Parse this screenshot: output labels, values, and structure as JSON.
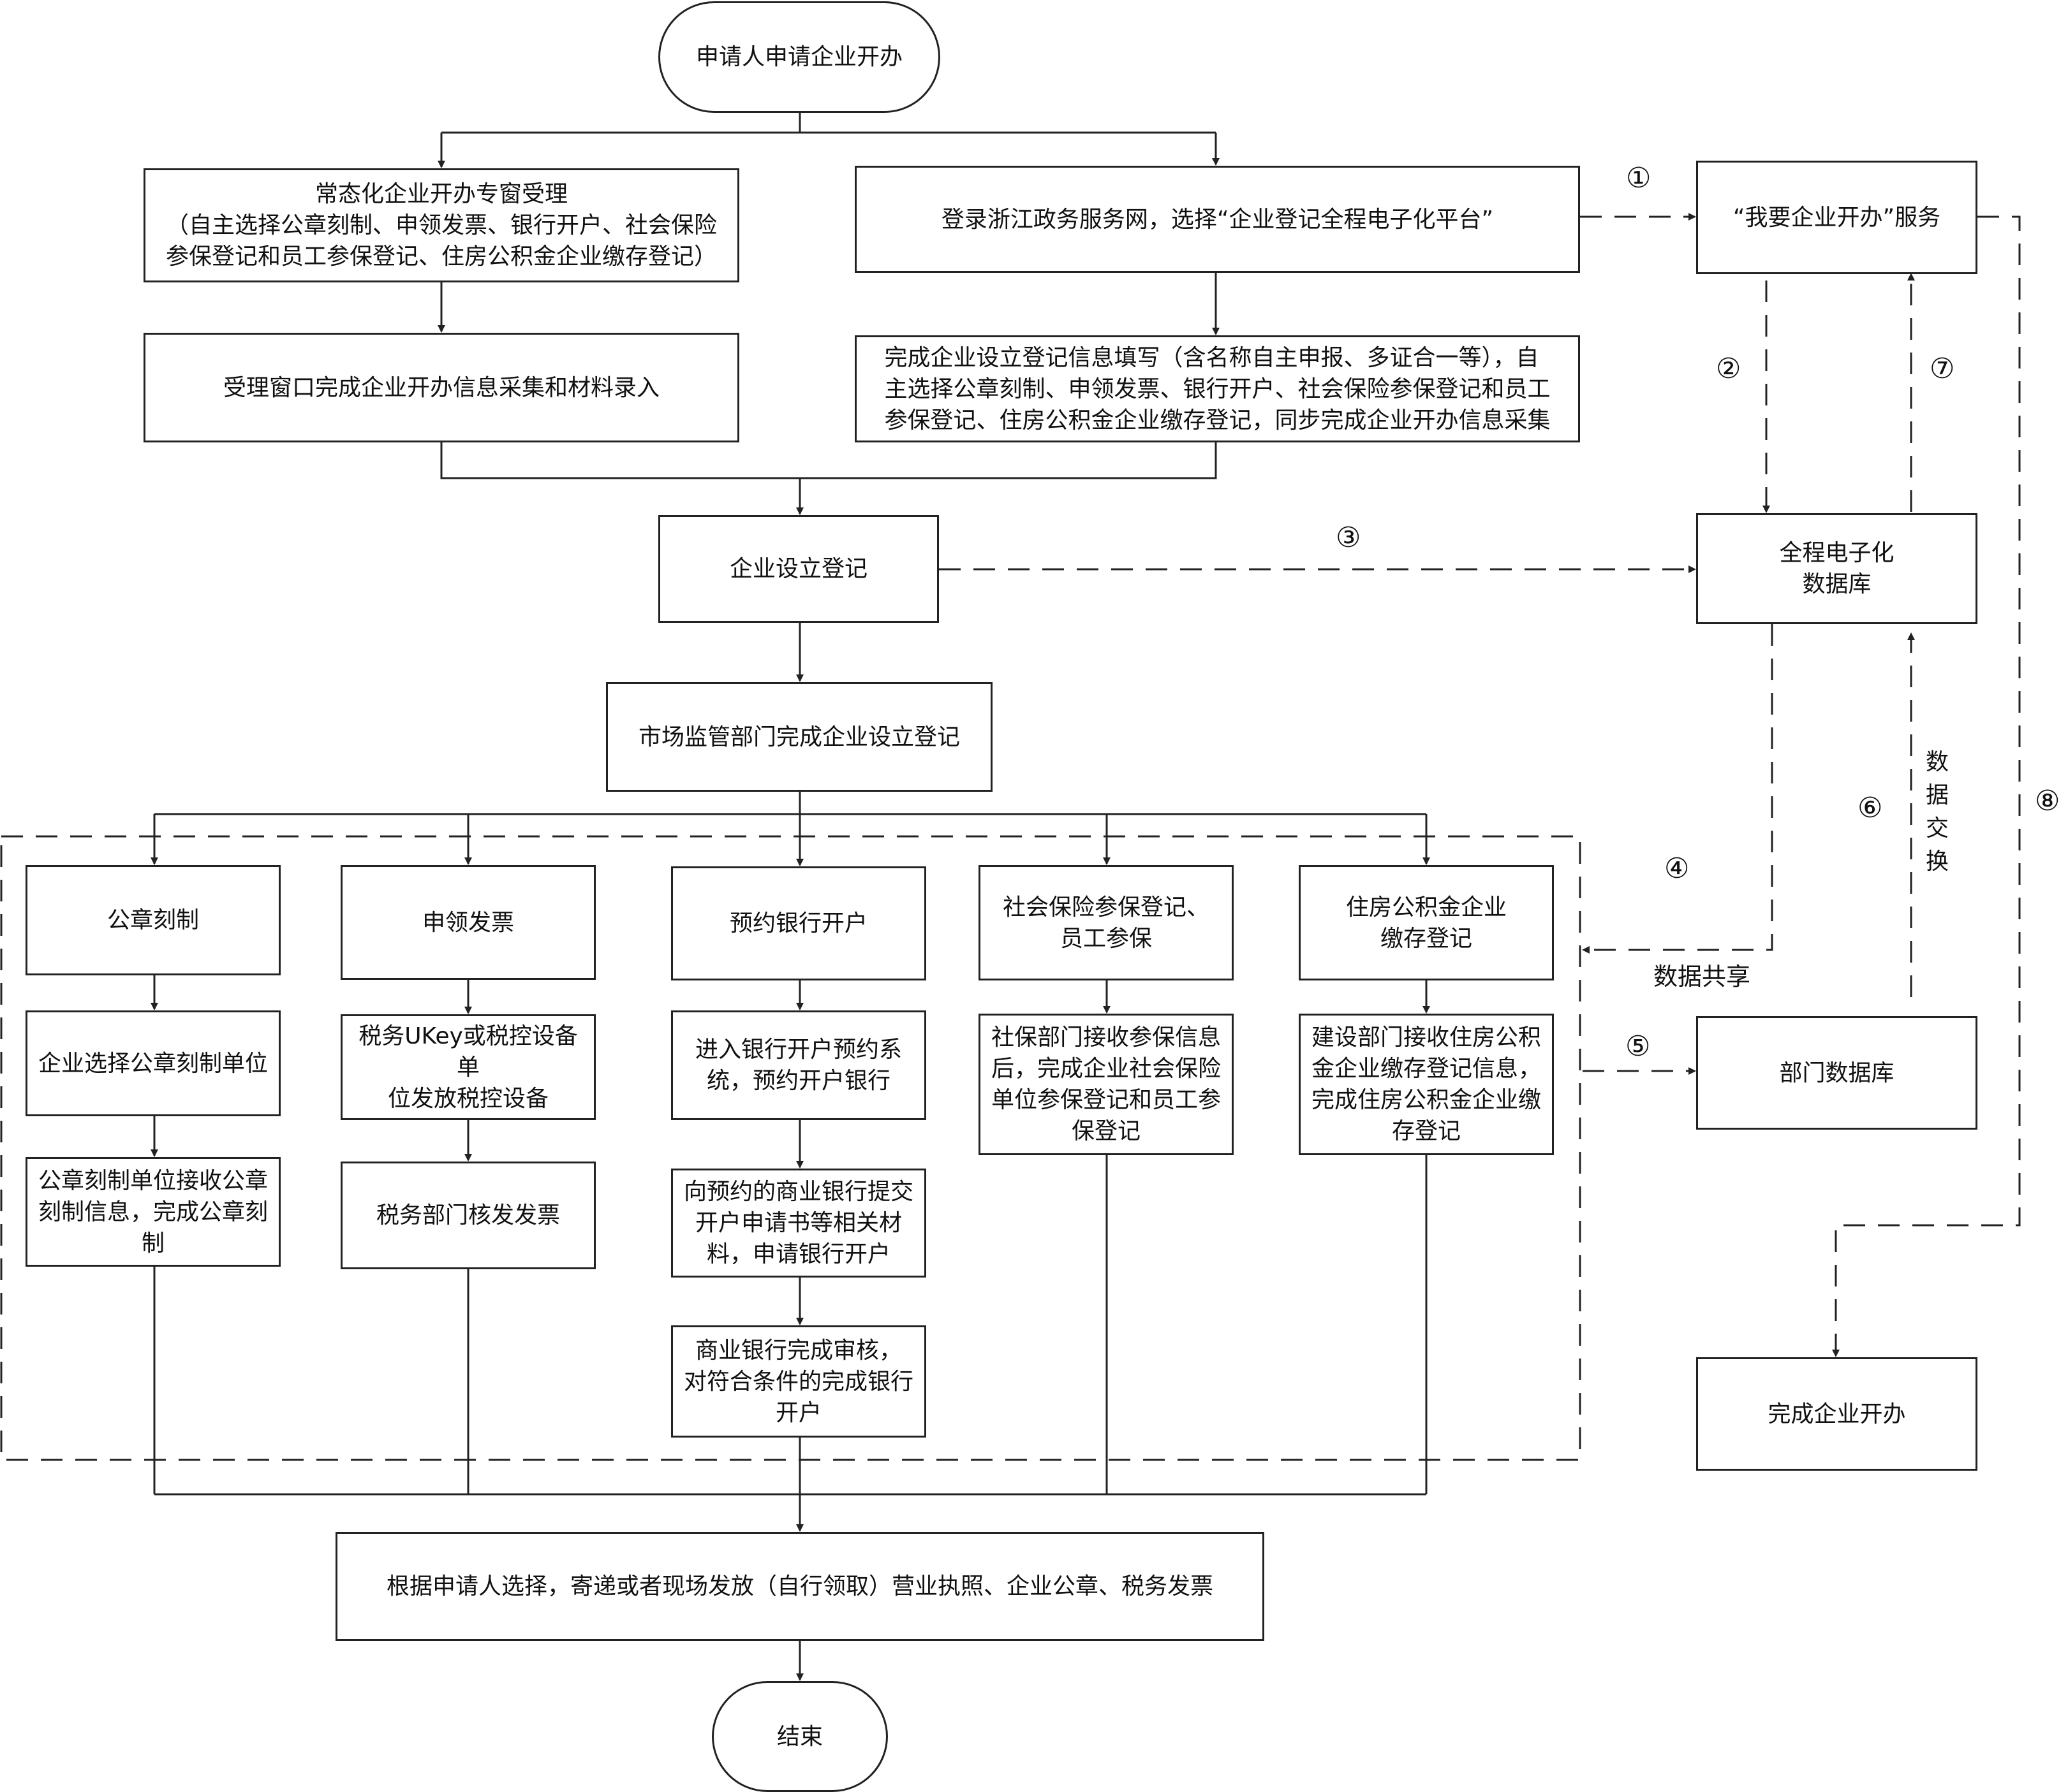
{
  "nodes": {
    "start": "申请人申请企业开办",
    "window": "常态化企业开办专窗受理\n（自主选择公章刻制、申领发票、银行开户、社会保险\n参保登记和员工参保登记、住房公积金企业缴存登记）",
    "window_entry": "受理窗口完成企业开办信息采集和材料录入",
    "login": "登录浙江政务服务网，选择“企业登记全程电子化平台”",
    "fill": "完成企业设立登记信息填写（含名称自主申报、多证合一等），自\n主选择公章刻制、申领发票、银行开户、社会保险参保登记和员工\n参保登记、住房公积金企业缴存登记，同步完成企业开办信息采集",
    "setup": "企业设立登记",
    "market": "市场监管部门完成企业设立登记",
    "seal_h": "公章刻制",
    "seal_1": "企业选择公章刻制单位",
    "seal_2": "公章刻制单位接收公章\n刻制信息，完成公章刻\n制",
    "inv_h": "申领发票",
    "inv_1": "税务UKey或税控设备单\n位发放税控设备",
    "inv_2": "税务部门核发发票",
    "bank_h": "预约银行开户",
    "bank_1": "进入银行开户预约系\n统，预约开户银行",
    "bank_2": "向预约的商业银行提交\n开户申请书等相关材\n料，申请银行开户",
    "bank_3": "商业银行完成审核，\n对符合条件的完成银行\n开户",
    "soc_h": "社会保险参保登记、\n员工参保",
    "soc_1": "社保部门接收参保信息\n后，完成企业社会保险\n单位参保登记和员工参\n保登记",
    "house_h": "住房公积金企业\n缴存登记",
    "house_1": "建设部门接收住房公积\n金企业缴存登记信息，\n完成住房公积金企业缴\n存登记",
    "deliver": "根据申请人选择，寄递或者现场发放（自行领取）营业执照、企业公章、税务发票",
    "end": "结束",
    "service": "“我要企业开办”服务",
    "db": "全程电子化\n数据库",
    "dept_db": "部门数据库",
    "done": "完成企业开办"
  },
  "labels": {
    "n1": "①",
    "n2": "②",
    "n3": "③",
    "n4": "④",
    "n5": "⑤",
    "n6": "⑥",
    "n7": "⑦",
    "n8": "⑧",
    "data_share": "数据共享",
    "data_exchange": [
      "数",
      "据",
      "交",
      "换"
    ]
  }
}
